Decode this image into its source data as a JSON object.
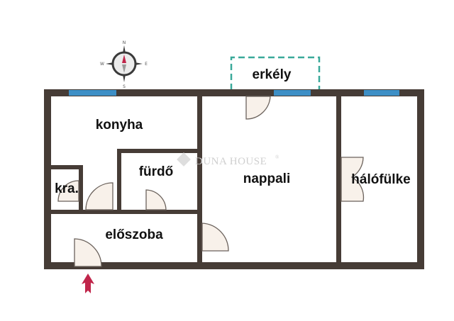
{
  "floorplan": {
    "colors": {
      "wall": "#463c36",
      "window": "#3d8fc6",
      "door_fill": "#f8f1ea",
      "door_line": "#6b625c",
      "balcony_dash": "#3aa99a",
      "entry_arrow": "#c0254a",
      "watermark": "#cfcfcf"
    },
    "rooms": [
      {
        "id": "konyha",
        "label": "konyha"
      },
      {
        "id": "erkely",
        "label": "erkély"
      },
      {
        "id": "nappali",
        "label": "nappali"
      },
      {
        "id": "halofulke",
        "label": "hálófülke"
      },
      {
        "id": "furdo",
        "label": "fürdő"
      },
      {
        "id": "kamra",
        "label": "kra."
      },
      {
        "id": "eloszoba",
        "label": "előszoba"
      }
    ],
    "compass": {
      "n": "N",
      "s": "S",
      "e": "E",
      "w": "W"
    },
    "watermark": {
      "brand": "DUNA HOUSE",
      "mark": "®"
    },
    "entry": {
      "label": "entry-arrow"
    }
  }
}
